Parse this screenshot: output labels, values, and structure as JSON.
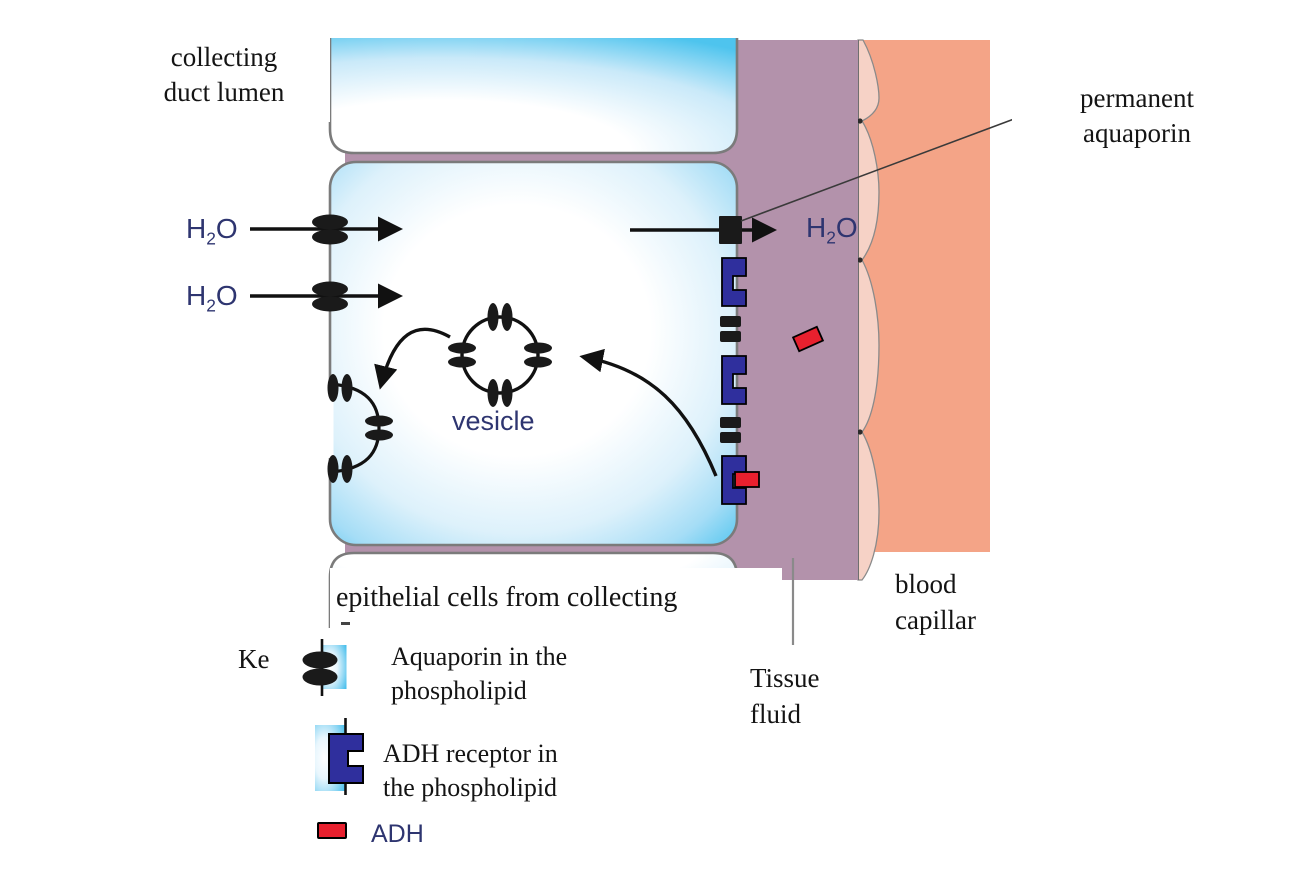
{
  "labels": {
    "collecting_duct_lumen": {
      "line1": "collecting",
      "line2": "duct lumen"
    },
    "permanent_aquaporin": {
      "line1": "permanent",
      "line2": "aquaporin"
    },
    "h2o": {
      "h": "H",
      "sub": "2",
      "o": "O"
    },
    "vesicle": "vesicle",
    "epithelial_caption": "epithelial cells from collecting",
    "tissue_fluid": {
      "line1": "Tissue",
      "line2": "fluid"
    },
    "blood_capillary": {
      "line1": "blood",
      "line2": "capillar"
    }
  },
  "legend": {
    "key_label": "Ke",
    "items": [
      {
        "line1": "Aquaporin in the",
        "line2": "phospholipid"
      },
      {
        "line1": "ADH receptor in",
        "line2": "the phospholipid"
      },
      {
        "line1": "ADH",
        "line2": ""
      }
    ]
  },
  "icons": [
    "aquaporin-in-membrane-icon",
    "adh-receptor-in-membrane-icon",
    "adh-molecule-icon",
    "permanent-aquaporin-square-icon",
    "vesicle-circle-icon"
  ],
  "colors": {
    "cell_blue": "#55c6ef",
    "tissue_fluid": "#b392ab",
    "capillary_wall": "#f6d2c6",
    "blood_capillary": "#f4a487",
    "membrane_outline": "#7b7b7b",
    "receptor_navy": "#2f2f9d",
    "adh_red": "#e8202e",
    "diagram_text": "#2e3570",
    "label_text": "#141414"
  }
}
